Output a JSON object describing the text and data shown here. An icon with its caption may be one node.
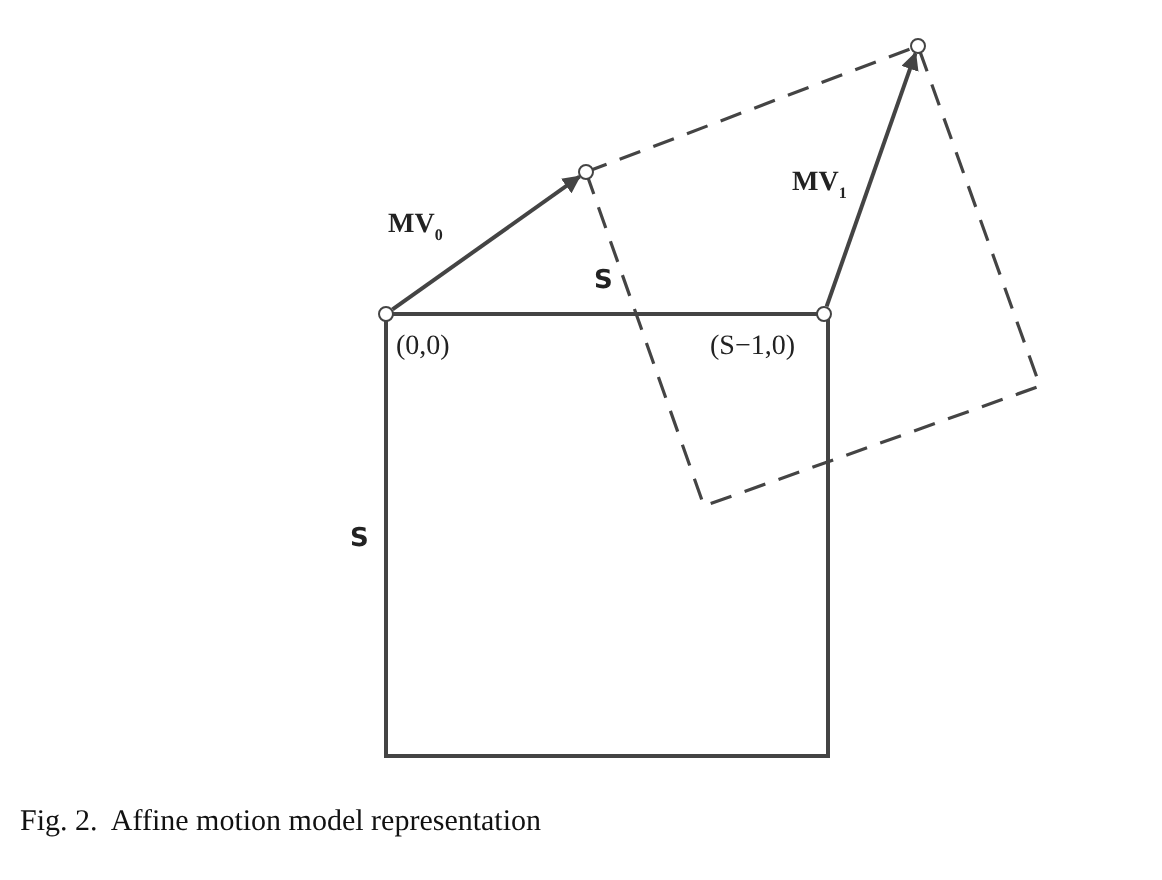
{
  "diagram": {
    "caption": "Fig. 2.  Affine motion model representation",
    "nodes": [
      {
        "text": [],
        "shape": "circle",
        "beside": [
          "(0,0)"
        ]
      },
      {
        "text": [],
        "shape": "circle",
        "beside": [
          "(S−1,0)"
        ]
      },
      {
        "text": [],
        "shape": "circle"
      },
      {
        "text": [],
        "shape": "circle"
      }
    ],
    "edges": [
      {
        "from": 0,
        "to": 2,
        "arrow": "to",
        "label": "MV$_{0}$"
      },
      {
        "from": 1,
        "to": 3,
        "arrow": "to",
        "label": "MV$_{1}$"
      }
    ],
    "labels": [
      "S",
      "S"
    ]
  }
}
